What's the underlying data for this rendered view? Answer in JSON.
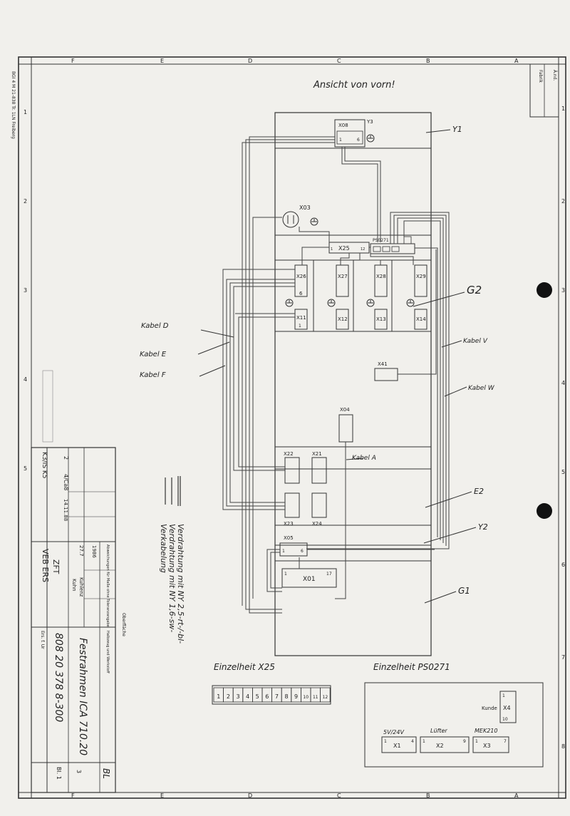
{
  "header": {
    "view_title": "Ansicht von vorn!",
    "col_letters": [
      "F",
      "E",
      "D",
      "C",
      "B",
      "A"
    ],
    "change_box": [
      "Fabrik",
      "Ä.nd."
    ]
  },
  "rows_left": [
    "1",
    "2",
    "3",
    "4",
    "5"
  ],
  "rows_right": [
    "1",
    "2",
    "3",
    "4",
    "5",
    "6",
    "7",
    "8"
  ],
  "left_margin_text": "BGI 4 M 21-838 Tr. 1LN Freiberg",
  "frame_labels": {
    "y1": "Y1",
    "g2": "G2",
    "e2": "E2",
    "y2": "Y2",
    "g1": "G1"
  },
  "connectors": {
    "x08": "X08",
    "y3": "Y3",
    "x03": "X03",
    "x25": "X25",
    "ps0271": "PS0271",
    "x26": "X26",
    "x27": "X27",
    "x28": "X28",
    "x29": "X29",
    "x11": "X11",
    "x12": "X12",
    "x13": "X13",
    "x14": "X14",
    "x41": "X41",
    "x04": "X04",
    "x22": "X22",
    "x21": "X21",
    "x23": "X23",
    "x24": "X24",
    "x05": "X05",
    "x01": "X01",
    "pin1": "1",
    "pin6": "6",
    "pin12": "12",
    "pin17": "17"
  },
  "cables": {
    "d": "Kabel D",
    "e": "Kabel E",
    "f": "Kabel F",
    "v": "Kabel V",
    "w": "Kabel W",
    "a": "Kabel A"
  },
  "legend": {
    "line1": "Verdrahtung mit NY 2,5-rt-/-bl-",
    "line2": "Verdrahtung mit NY 1,6-sw-",
    "line3": "Verkabelung"
  },
  "detail_x25": {
    "title": "Einzelheit X25",
    "terminals": [
      "1",
      "2",
      "3",
      "4",
      "5",
      "6",
      "7",
      "8",
      "9",
      "10",
      "11",
      "12"
    ]
  },
  "detail_ps0271": {
    "title": "Einzelheit PS0271",
    "kunde": "Kunde",
    "x4": "X4",
    "x4_top": "1",
    "x4_bot": "10",
    "x1_label": "5V/24V",
    "x1": "X1",
    "x1_l": "1",
    "x1_r": "4",
    "x2_label": "Lüfter",
    "x2": "X2",
    "x2_l": "1",
    "x2_r": "9",
    "x3_label": "MEK210",
    "x3": "X3",
    "x3_l": "1",
    "x3_r": "7"
  },
  "title_block": {
    "company": "VEB ERS",
    "dept": "ZFT",
    "title": "Festrahmen ICA 710.20",
    "drawing_no": "808 20 378 8-300",
    "sheet": "Bl. 1",
    "sheets": "3",
    "format": "BL",
    "format_code": "K3/IS K5",
    "abweichung": "Abweichungen für Maße ohne Toleranzangabe",
    "oberflaeche": "Oberfläche",
    "werkstoff": "Halbzeug und Werkstoff",
    "date1": "1986",
    "date2": "27.7",
    "name1": "Kuhlenz",
    "name2": "Kuhn",
    "change_no": "2",
    "change_ref": "4/Ca8",
    "change_date": "14.11.88",
    "bottom_note": "Ers. f. Ur"
  }
}
